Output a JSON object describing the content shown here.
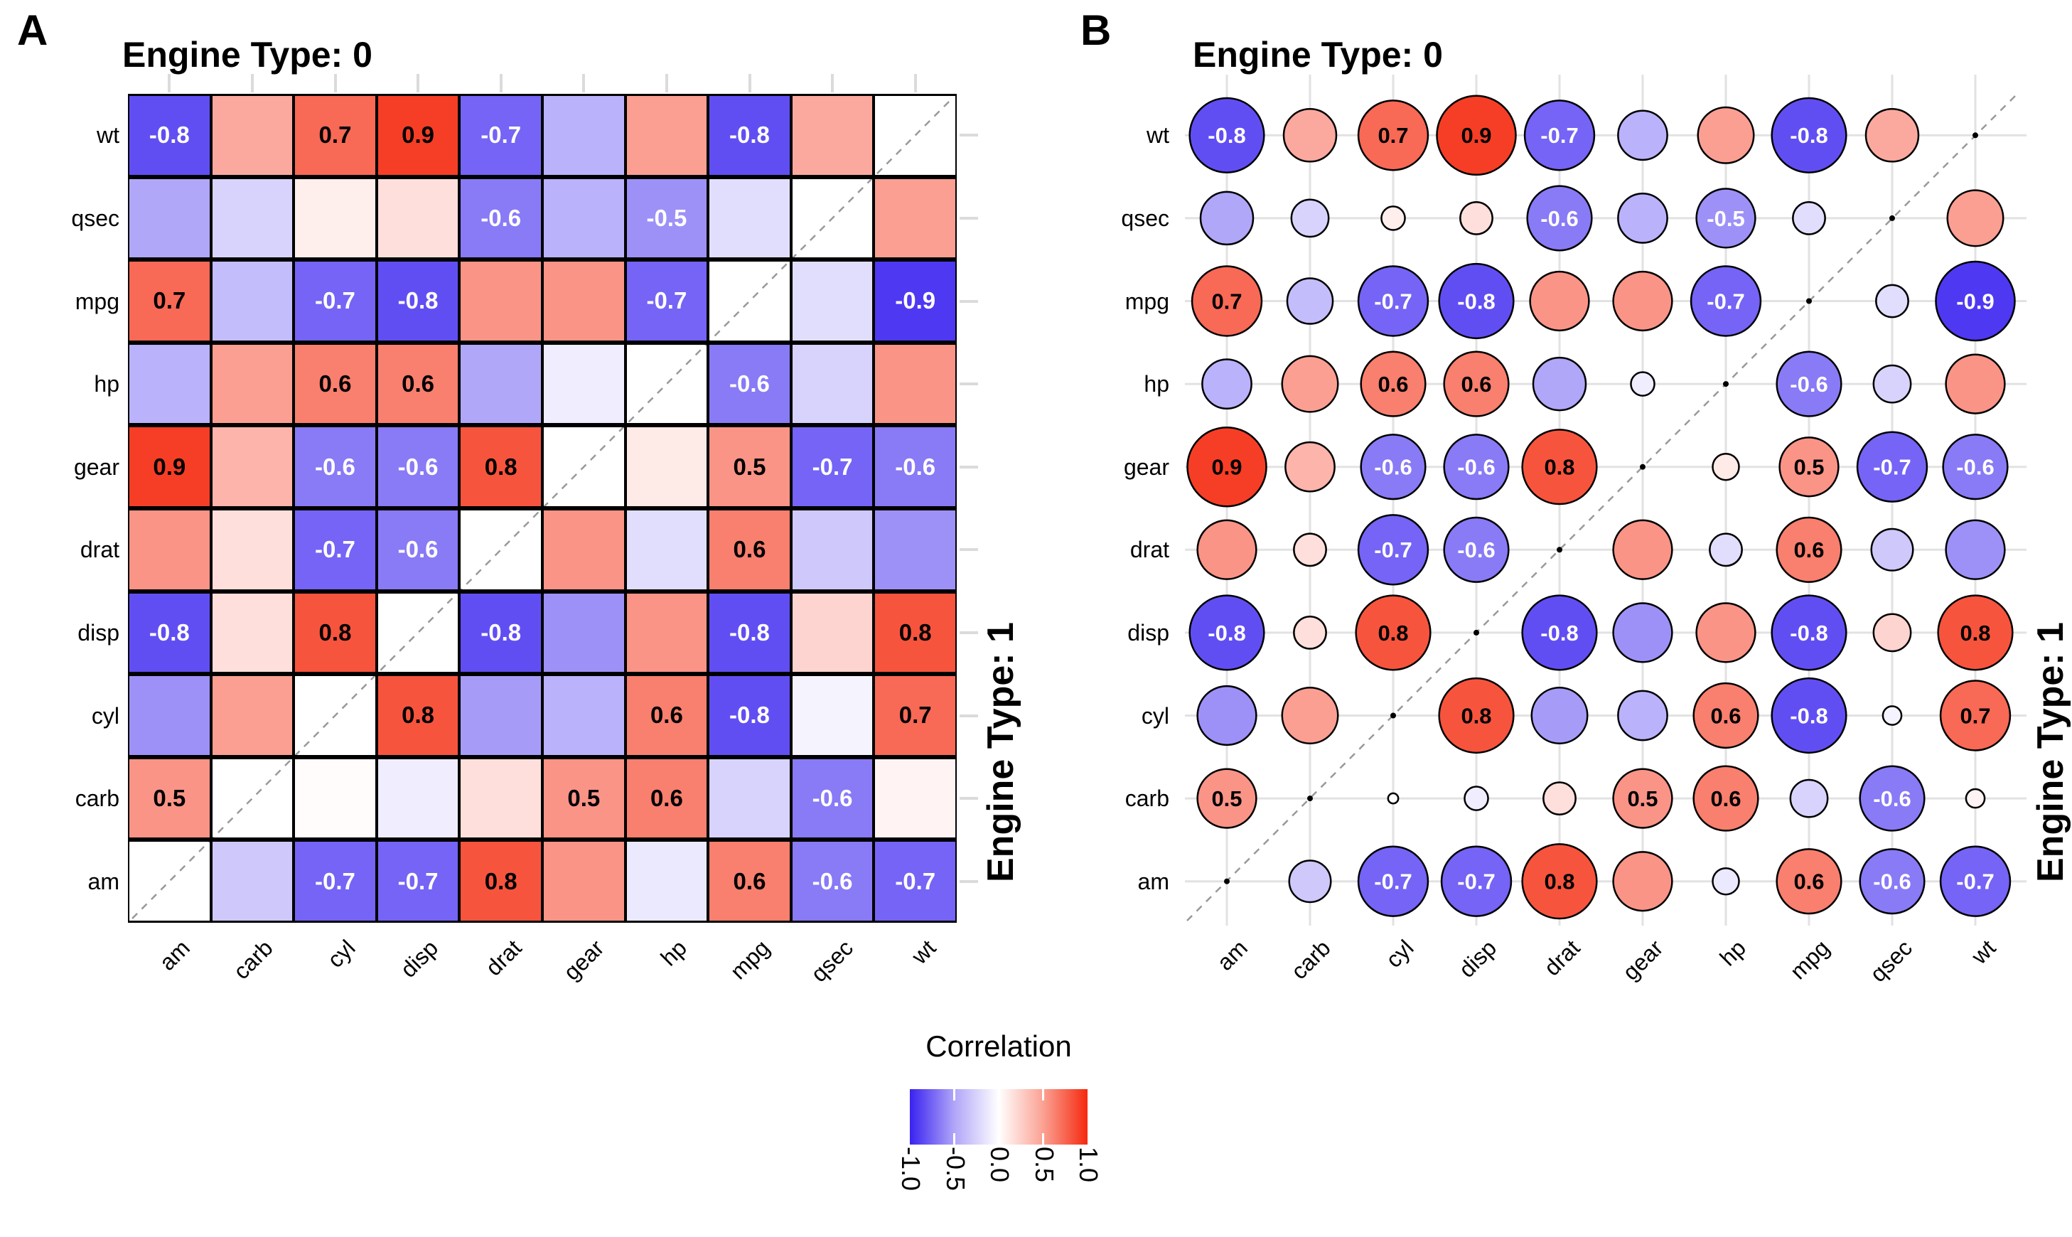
{
  "figure": {
    "panels": [
      {
        "letter": "A",
        "title": "Engine Type: 0",
        "right_label": "Engine Type: 1",
        "style": "tile"
      },
      {
        "letter": "B",
        "title": "Engine Type: 0",
        "right_label": "Engine Type: 1",
        "style": "sized-circle"
      }
    ],
    "legend": {
      "title": "Correlation",
      "ticks": [
        "-1.0",
        "-0.5",
        "0.0",
        "0.5",
        "1.0"
      ]
    }
  },
  "chart_data": {
    "type": "heatmap",
    "x_categories": [
      "am",
      "carb",
      "cyl",
      "disp",
      "drat",
      "gear",
      "hp",
      "mpg",
      "qsec",
      "wt"
    ],
    "y_categories_top_to_bottom": [
      "wt",
      "qsec",
      "mpg",
      "hp",
      "gear",
      "drat",
      "disp",
      "cyl",
      "carb",
      "am"
    ],
    "upper_triangle_facet": "Engine Type: 0",
    "lower_triangle_facet": "Engine Type: 1",
    "panel_a_style": "colored tiles with black borders",
    "panel_b_style": "circles sized by |correlation|",
    "colorscale": {
      "low_color": "#3A22F0",
      "mid_color": "#FFFFFF",
      "high_color": "#F5290E",
      "domain": [
        -1,
        1
      ]
    },
    "values": [
      [
        -0.8,
        0.4,
        0.7,
        0.9,
        -0.7,
        -0.35,
        0.45,
        -0.8,
        0.4,
        null
      ],
      [
        -0.4,
        -0.2,
        0.08,
        0.15,
        -0.6,
        -0.35,
        -0.5,
        -0.15,
        null,
        0.45
      ],
      [
        0.7,
        -0.3,
        -0.7,
        -0.8,
        0.5,
        0.5,
        -0.7,
        null,
        -0.15,
        -0.9
      ],
      [
        -0.35,
        0.45,
        0.6,
        0.6,
        -0.4,
        -0.08,
        null,
        -0.6,
        -0.2,
        0.5
      ],
      [
        0.9,
        0.35,
        -0.6,
        -0.6,
        0.8,
        null,
        0.1,
        0.5,
        -0.7,
        -0.6
      ],
      [
        0.5,
        0.15,
        -0.7,
        -0.6,
        null,
        0.5,
        -0.15,
        0.6,
        -0.25,
        -0.5
      ],
      [
        -0.8,
        0.15,
        0.8,
        null,
        -0.8,
        -0.5,
        0.5,
        -0.8,
        0.2,
        0.8
      ],
      [
        -0.5,
        0.45,
        null,
        0.8,
        -0.45,
        -0.35,
        0.6,
        -0.8,
        -0.05,
        0.7
      ],
      [
        0.5,
        null,
        0.015,
        -0.08,
        0.15,
        0.5,
        0.6,
        -0.2,
        -0.6,
        0.05
      ],
      [
        null,
        -0.25,
        -0.7,
        -0.7,
        0.8,
        0.5,
        -0.1,
        0.6,
        -0.6,
        -0.7
      ]
    ],
    "value_labels": [
      [
        "-0.8",
        "",
        "0.7",
        "0.9",
        "-0.7",
        "",
        "",
        "-0.8",
        "",
        ""
      ],
      [
        "",
        "",
        "",
        "",
        "-0.6",
        "",
        "-0.5",
        "",
        "",
        ""
      ],
      [
        "0.7",
        "",
        "-0.7",
        "-0.8",
        "",
        "",
        "-0.7",
        "",
        "",
        "-0.9"
      ],
      [
        "",
        "",
        "0.6",
        "0.6",
        "",
        "",
        "",
        "-0.6",
        "",
        ""
      ],
      [
        "0.9",
        "",
        "-0.6",
        "-0.6",
        "0.8",
        "",
        "",
        "0.5",
        "-0.7",
        "-0.6"
      ],
      [
        "",
        "",
        "-0.7",
        "-0.6",
        "",
        "",
        "",
        "0.6",
        "",
        ""
      ],
      [
        "-0.8",
        "",
        "0.8",
        "",
        "-0.8",
        "",
        "",
        "-0.8",
        "",
        "0.8"
      ],
      [
        "",
        "",
        "",
        "0.8",
        "",
        "",
        "0.6",
        "-0.8",
        "",
        "0.7"
      ],
      [
        "0.5",
        "",
        "",
        "",
        "",
        "0.5",
        "0.6",
        "",
        "-0.6",
        ""
      ],
      [
        "",
        "",
        "-0.7",
        "-0.7",
        "0.8",
        "",
        "",
        "0.6",
        "-0.6",
        "-0.7"
      ]
    ]
  }
}
